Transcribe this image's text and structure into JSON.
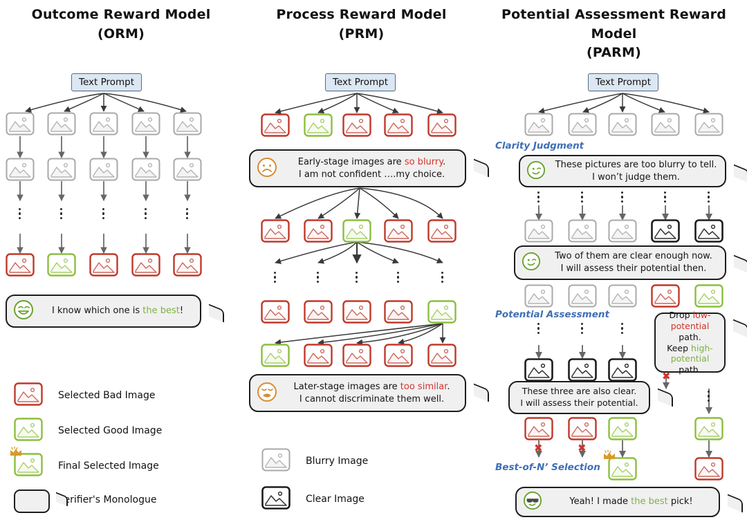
{
  "figure": {
    "type": "diagram",
    "description": "Comparison of three reward-model verification strategies for image generation"
  },
  "columns": [
    {
      "id": "orm",
      "title_line1": "Outcome Reward Model",
      "title_line2": "(ORM)",
      "prompt_label": "Text Prompt",
      "rows": [
        {
          "name": "row-1-blurry",
          "kind": "blurry",
          "count": 5
        },
        {
          "name": "row-2-blurry",
          "kind": "blurry",
          "count": 5
        },
        {
          "name": "row-3-final",
          "kind": "colored",
          "states": [
            "bad",
            "good",
            "bad",
            "bad",
            "bad"
          ]
        }
      ],
      "bubbles": [
        {
          "name": "orm-verdict-bubble",
          "face": "grinning-face",
          "face_color": "#6aa22e",
          "segments": [
            {
              "text": "I know which one is ",
              "color": "default"
            },
            {
              "text": "the best",
              "color": "green"
            },
            {
              "text": "!",
              "color": "default"
            }
          ]
        }
      ],
      "legend": [
        {
          "icon": "bad-image-icon",
          "label": "Selected Bad Image"
        },
        {
          "icon": "good-image-icon",
          "label": "Selected Good Image"
        },
        {
          "icon": "final-selected-image-icon",
          "label": "Final Selected Image"
        },
        {
          "icon": "speech-bubble-icon",
          "label": "Verifier's Monologue"
        }
      ]
    },
    {
      "id": "prm",
      "title_line1": "Process Reward Model",
      "title_line2": "(PRM)",
      "prompt_label": "Text Prompt",
      "rows": [
        {
          "name": "prm-row-1",
          "kind": "colored",
          "states": [
            "bad",
            "good",
            "bad",
            "bad",
            "bad"
          ]
        },
        {
          "name": "prm-row-2",
          "kind": "colored",
          "states": [
            "bad",
            "bad",
            "good",
            "bad",
            "bad"
          ]
        },
        {
          "name": "prm-row-3",
          "kind": "colored",
          "states": [
            "bad",
            "bad",
            "bad",
            "bad",
            "good"
          ]
        },
        {
          "name": "prm-row-4",
          "kind": "colored",
          "states": [
            "good",
            "bad",
            "bad",
            "bad",
            "bad"
          ]
        }
      ],
      "bubbles": [
        {
          "name": "prm-early-stage-bubble",
          "face": "frowning-face",
          "face_color": "#d98b33",
          "line1": [
            {
              "text": "Early-stage images  are ",
              "color": "default"
            },
            {
              "text": "so blurry",
              "color": "red"
            },
            {
              "text": ".",
              "color": "default"
            }
          ],
          "line2": [
            {
              "text": "I am not confident ….my choice.",
              "color": "default"
            }
          ]
        },
        {
          "name": "prm-later-stage-bubble",
          "face": "weary-face",
          "face_color": "#d98b33",
          "line1": [
            {
              "text": "Later-stage images are ",
              "color": "default"
            },
            {
              "text": "too similar",
              "color": "red"
            },
            {
              "text": ".",
              "color": "default"
            }
          ],
          "line2": [
            {
              "text": "I cannot discriminate them well.",
              "color": "default"
            }
          ]
        }
      ],
      "legend": [
        {
          "icon": "blurry-image-icon",
          "label": "Blurry Image"
        },
        {
          "icon": "clear-image-icon",
          "label": "Clear Image"
        }
      ]
    },
    {
      "id": "parm",
      "title_line1": "Potential Assessment Reward Model",
      "title_line2": "(PARM)",
      "prompt_label": "Text Prompt",
      "stage_labels": [
        {
          "name": "stage-clarity-judgment",
          "text": "Clarity Judgment"
        },
        {
          "name": "stage-potential-assessment",
          "text": "Potential Assessment"
        },
        {
          "name": "stage-best-of-n-selection",
          "text": "Best-of-N’ Selection"
        }
      ],
      "rows": [
        {
          "name": "parm-row-1",
          "kind": "blurry",
          "count": 5
        },
        {
          "name": "parm-row-2",
          "kind": "mixed",
          "states": [
            "blurry",
            "blurry",
            "blurry",
            "clear",
            "clear"
          ]
        },
        {
          "name": "parm-row-3",
          "kind": "mixed",
          "states": [
            "blurry",
            "blurry",
            "blurry",
            "bad",
            "good"
          ]
        },
        {
          "name": "parm-row-4",
          "kind": "mixed",
          "states": [
            "clear",
            "clear",
            "clear"
          ]
        },
        {
          "name": "parm-row-5",
          "kind": "mixed",
          "states": [
            "bad",
            "bad",
            "good",
            "",
            "good"
          ]
        },
        {
          "name": "parm-row-6",
          "kind": "mixed",
          "states": [
            "",
            "",
            "final",
            "",
            "bad"
          ]
        }
      ],
      "bubbles": [
        {
          "name": "parm-clarity-bubble",
          "face": "winking-face",
          "face_color": "#6aa22e",
          "line1": [
            {
              "text": "These pictures are too blurry to tell.",
              "color": "default"
            }
          ],
          "line2": [
            {
              "text": "I won’t judge them.",
              "color": "default"
            }
          ]
        },
        {
          "name": "parm-two-clear-bubble",
          "face": "winking-face",
          "face_color": "#6aa22e",
          "line1": [
            {
              "text": "Two of them are clear enough now.",
              "color": "default"
            }
          ],
          "line2": [
            {
              "text": "I will assess their potential then.",
              "color": "default"
            }
          ]
        },
        {
          "name": "parm-drop-keep-bubble",
          "face": "none",
          "face_color": "",
          "lines": [
            [
              {
                "text": "Drop ",
                "color": "default"
              },
              {
                "text": "low-",
                "color": "red"
              }
            ],
            [
              {
                "text": "potential",
                "color": "red"
              },
              {
                "text": " path.",
                "color": "default"
              }
            ],
            [
              {
                "text": "Keep ",
                "color": "default"
              },
              {
                "text": " high-",
                "color": "green"
              }
            ],
            [
              {
                "text": "potential",
                "color": "green"
              },
              {
                "text": " path.",
                "color": "default"
              }
            ]
          ]
        },
        {
          "name": "parm-three-clear-bubble",
          "face": "none",
          "face_color": "",
          "line1": [
            {
              "text": "These three are also clear.",
              "color": "default"
            }
          ],
          "line2": [
            {
              "text": "I will assess their potential.",
              "color": "default"
            }
          ]
        },
        {
          "name": "parm-final-verdict-bubble",
          "face": "sunglasses-face",
          "face_color": "#6aa22e",
          "segments": [
            {
              "text": "Yeah! I made ",
              "color": "default"
            },
            {
              "text": "the best",
              "color": "green"
            },
            {
              "text": " pick!",
              "color": "default"
            }
          ]
        }
      ]
    }
  ],
  "colors": {
    "bad_red": "#c0392b",
    "good_green": "#8cbf3f",
    "clear_black": "#1d1d1d",
    "blurry_gray": "#a8a8a8",
    "prompt_fill": "#dbe7f3",
    "prompt_border": "#5b6b7d",
    "bubble_fill": "#f0f0f0",
    "stage_label_blue": "#3f6fb5",
    "crown_gold": "#d99a2b"
  }
}
